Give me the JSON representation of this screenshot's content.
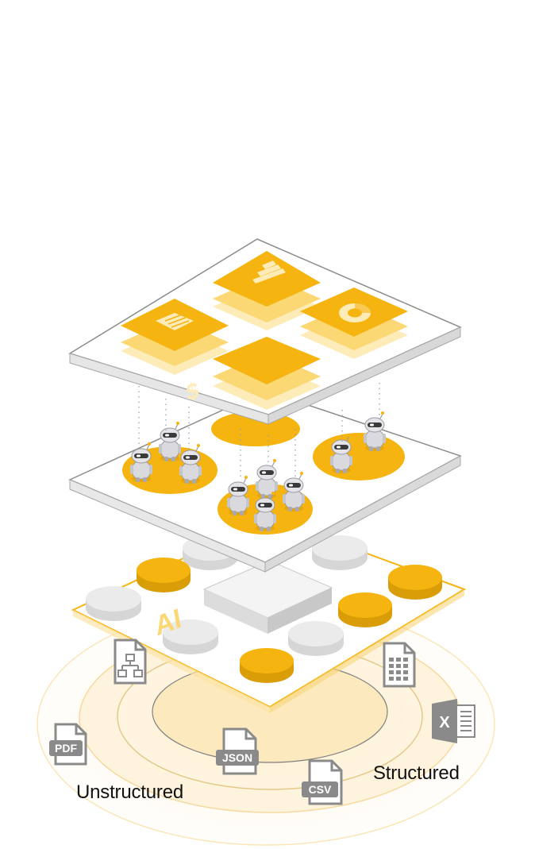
{
  "labels": {
    "unstructured": "Unstructured",
    "structured": "Structured"
  },
  "center_badge": "AI",
  "file_icons": [
    {
      "name": "pdf-file-icon",
      "text": "PDF"
    },
    {
      "name": "json-file-icon",
      "text": "JSON"
    },
    {
      "name": "csv-file-icon",
      "text": "CSV"
    },
    {
      "name": "hierarchy-file-icon",
      "text": ""
    },
    {
      "name": "spreadsheet-file-icon",
      "text": ""
    },
    {
      "name": "excel-file-icon",
      "text": "X"
    }
  ],
  "top_layer_icons": [
    {
      "name": "bar-chart-icon"
    },
    {
      "name": "report-document-icon"
    },
    {
      "name": "donut-chart-icon"
    },
    {
      "name": "dollar-sign-icon"
    }
  ],
  "colors": {
    "accent": "#F5B40F",
    "accent_light": "#FBD873",
    "accent_pale": "#FDEBB8",
    "panel": "#FFFFFF",
    "panel_edge": "#9C9C9C",
    "panel_side": "#E6E6E6",
    "gray_disc": "#E9E9E9",
    "icon_gray": "#8A8A8A",
    "ring_fill": "#FEF7EA"
  }
}
